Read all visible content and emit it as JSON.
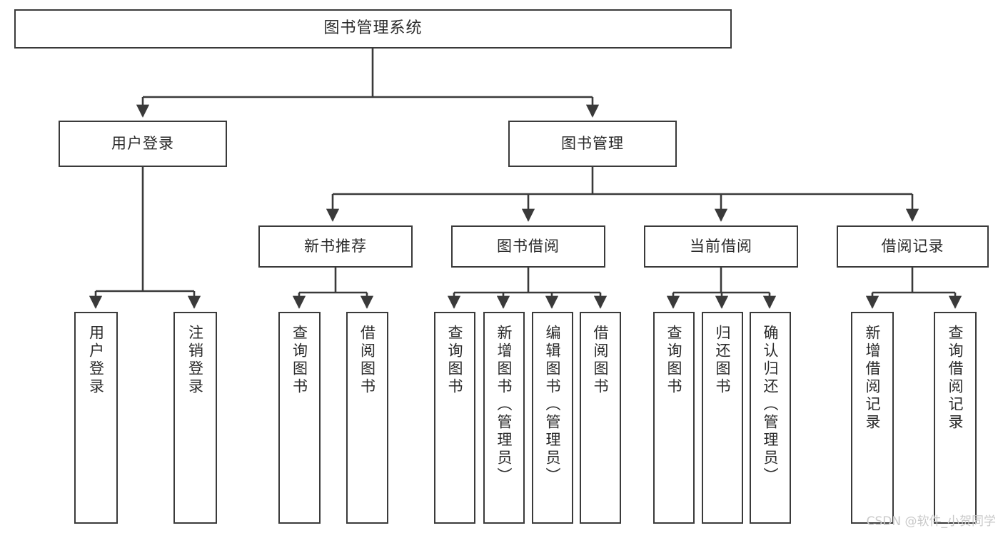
{
  "diagram": {
    "type": "tree-hierarchy",
    "title": "图书管理系统",
    "watermark": "CSDN @软件_小贺同学",
    "colors": {
      "stroke": "#3a3a3a",
      "fill": "#ffffff",
      "text": "#2b2b2b",
      "watermark": "#c9c9c9"
    },
    "levels": {
      "root": {
        "label": "图书管理系统"
      },
      "level2": [
        {
          "label": "用户登录"
        },
        {
          "label": "图书管理"
        }
      ],
      "level3": [
        {
          "label": "新书推荐"
        },
        {
          "label": "图书借阅"
        },
        {
          "label": "当前借阅"
        },
        {
          "label": "借阅记录"
        }
      ],
      "leaves": [
        {
          "label": "用户登录"
        },
        {
          "label": "注销登录"
        },
        {
          "label": "查询图书"
        },
        {
          "label": "借阅图书"
        },
        {
          "label": "查询图书"
        },
        {
          "label": "新增图书（管理员）"
        },
        {
          "label": "编辑图书（管理员）"
        },
        {
          "label": "借阅图书"
        },
        {
          "label": "查询图书"
        },
        {
          "label": "归还图书"
        },
        {
          "label": "确认归还（管理员）"
        },
        {
          "label": "新增借阅记录"
        },
        {
          "label": "查询借阅记录"
        }
      ]
    }
  }
}
